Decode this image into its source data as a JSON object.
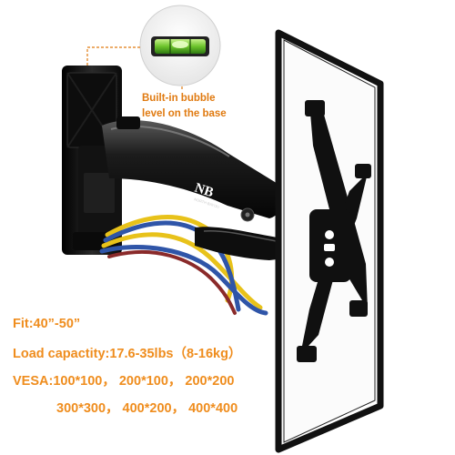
{
  "product": {
    "logo_text": "NB",
    "logo_subtext": "NORTH BAYOU"
  },
  "callout": {
    "line1": "Built-in bubble",
    "line2": "level on the base"
  },
  "specs": {
    "fit": "Fit:40”-50”",
    "load_capacity": "Load capactity:17.6-35lbs（8-16kg）",
    "vesa_line1": "VESA:100*100，  200*100，  200*200",
    "vesa_line2": "300*300，  400*200，  400*400"
  },
  "colors": {
    "accent_orange": "#ef8d1e",
    "callout_orange": "#e07a10",
    "bubble_green": "#7fd23a",
    "cable_yellow": "#e8c21a",
    "cable_blue": "#2f55a8",
    "cable_red": "#8a2a2a",
    "mount_black": "#151515"
  }
}
